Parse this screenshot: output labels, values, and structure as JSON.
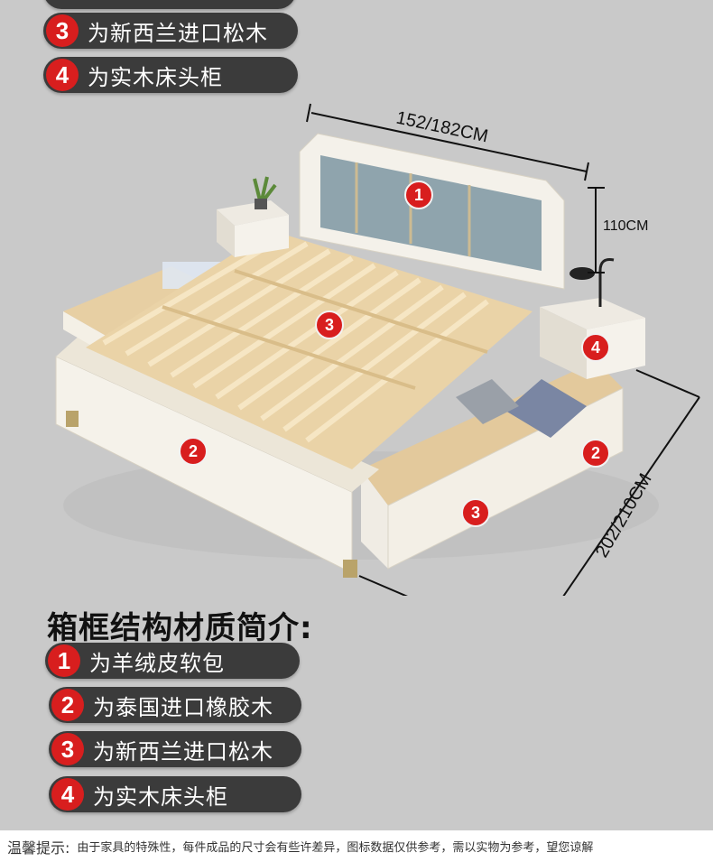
{
  "top_items": [
    {
      "num": "3",
      "text": "为新西兰进口松木"
    },
    {
      "num": "4",
      "text": "为实木床头柜"
    }
  ],
  "dimensions": {
    "width": "152/182CM",
    "height": "110CM",
    "length": "202/210CM"
  },
  "markers": [
    "1",
    "2",
    "3",
    "4",
    "2",
    "3"
  ],
  "section": {
    "title": "箱框结构材质简介:",
    "items": [
      {
        "num": "1",
        "text": "为羊绒皮软包"
      },
      {
        "num": "2",
        "text": "为泰国进口橡胶木"
      },
      {
        "num": "3",
        "text": "为新西兰进口松木"
      },
      {
        "num": "4",
        "text": "为实木床头柜"
      }
    ]
  },
  "footer": {
    "label": "温馨提示:",
    "text": "由于家具的特殊性，每件成品的尺寸会有些许差异，图标数据仅供参考，需以实物为参考，望您谅解"
  },
  "colors": {
    "background": "#c9c9c9",
    "pill": "#3b3b3b",
    "badge": "#d81e1e"
  }
}
